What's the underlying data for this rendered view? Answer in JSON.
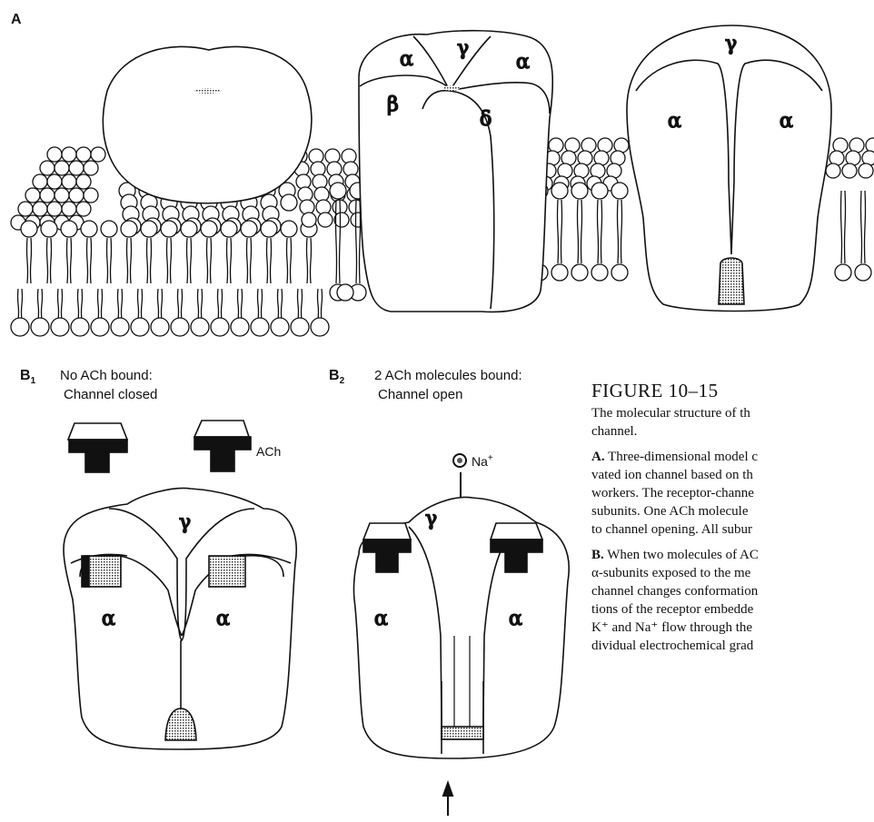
{
  "panels": {
    "a": {
      "letter": "A",
      "unit2": {
        "alpha_left": "α",
        "gamma": "γ",
        "alpha_right": "α",
        "beta": "β",
        "delta": "δ"
      },
      "unit3": {
        "gamma": "γ",
        "alpha_left": "α",
        "alpha_right": "α"
      }
    },
    "b1": {
      "letter": "B",
      "sub": "1",
      "caption_line1": "No ACh bound:",
      "caption_line2": "Channel closed",
      "ach_label": "ACh",
      "gamma": "γ",
      "alpha_left": "α",
      "alpha_right": "α"
    },
    "b2": {
      "letter": "B",
      "sub": "2",
      "caption_line1": "2 ACh molecules bound:",
      "caption_line2": "Channel open",
      "ion_label": "Na",
      "ion_charge": "+",
      "gamma": "γ",
      "alpha_left": "α",
      "alpha_right": "α"
    }
  },
  "figure_text": {
    "title": "FIGURE 10–15",
    "subtitle_lines": [
      "The molecular structure of th",
      "channel."
    ],
    "para_a": {
      "lead": "A.",
      "lines": [
        "Three-dimensional model c",
        "vated ion channel based on th",
        "workers. The receptor-channe",
        "subunits. One ACh molecule",
        "to channel opening. All subur"
      ]
    },
    "para_b": {
      "lead": "B.",
      "lines": [
        "When two molecules of AC",
        "α-subunits exposed to the me",
        "channel changes conformation",
        "tions of the receptor embedde",
        "K⁺ and Na⁺ flow through the",
        "dividual electrochemical grad"
      ]
    }
  }
}
